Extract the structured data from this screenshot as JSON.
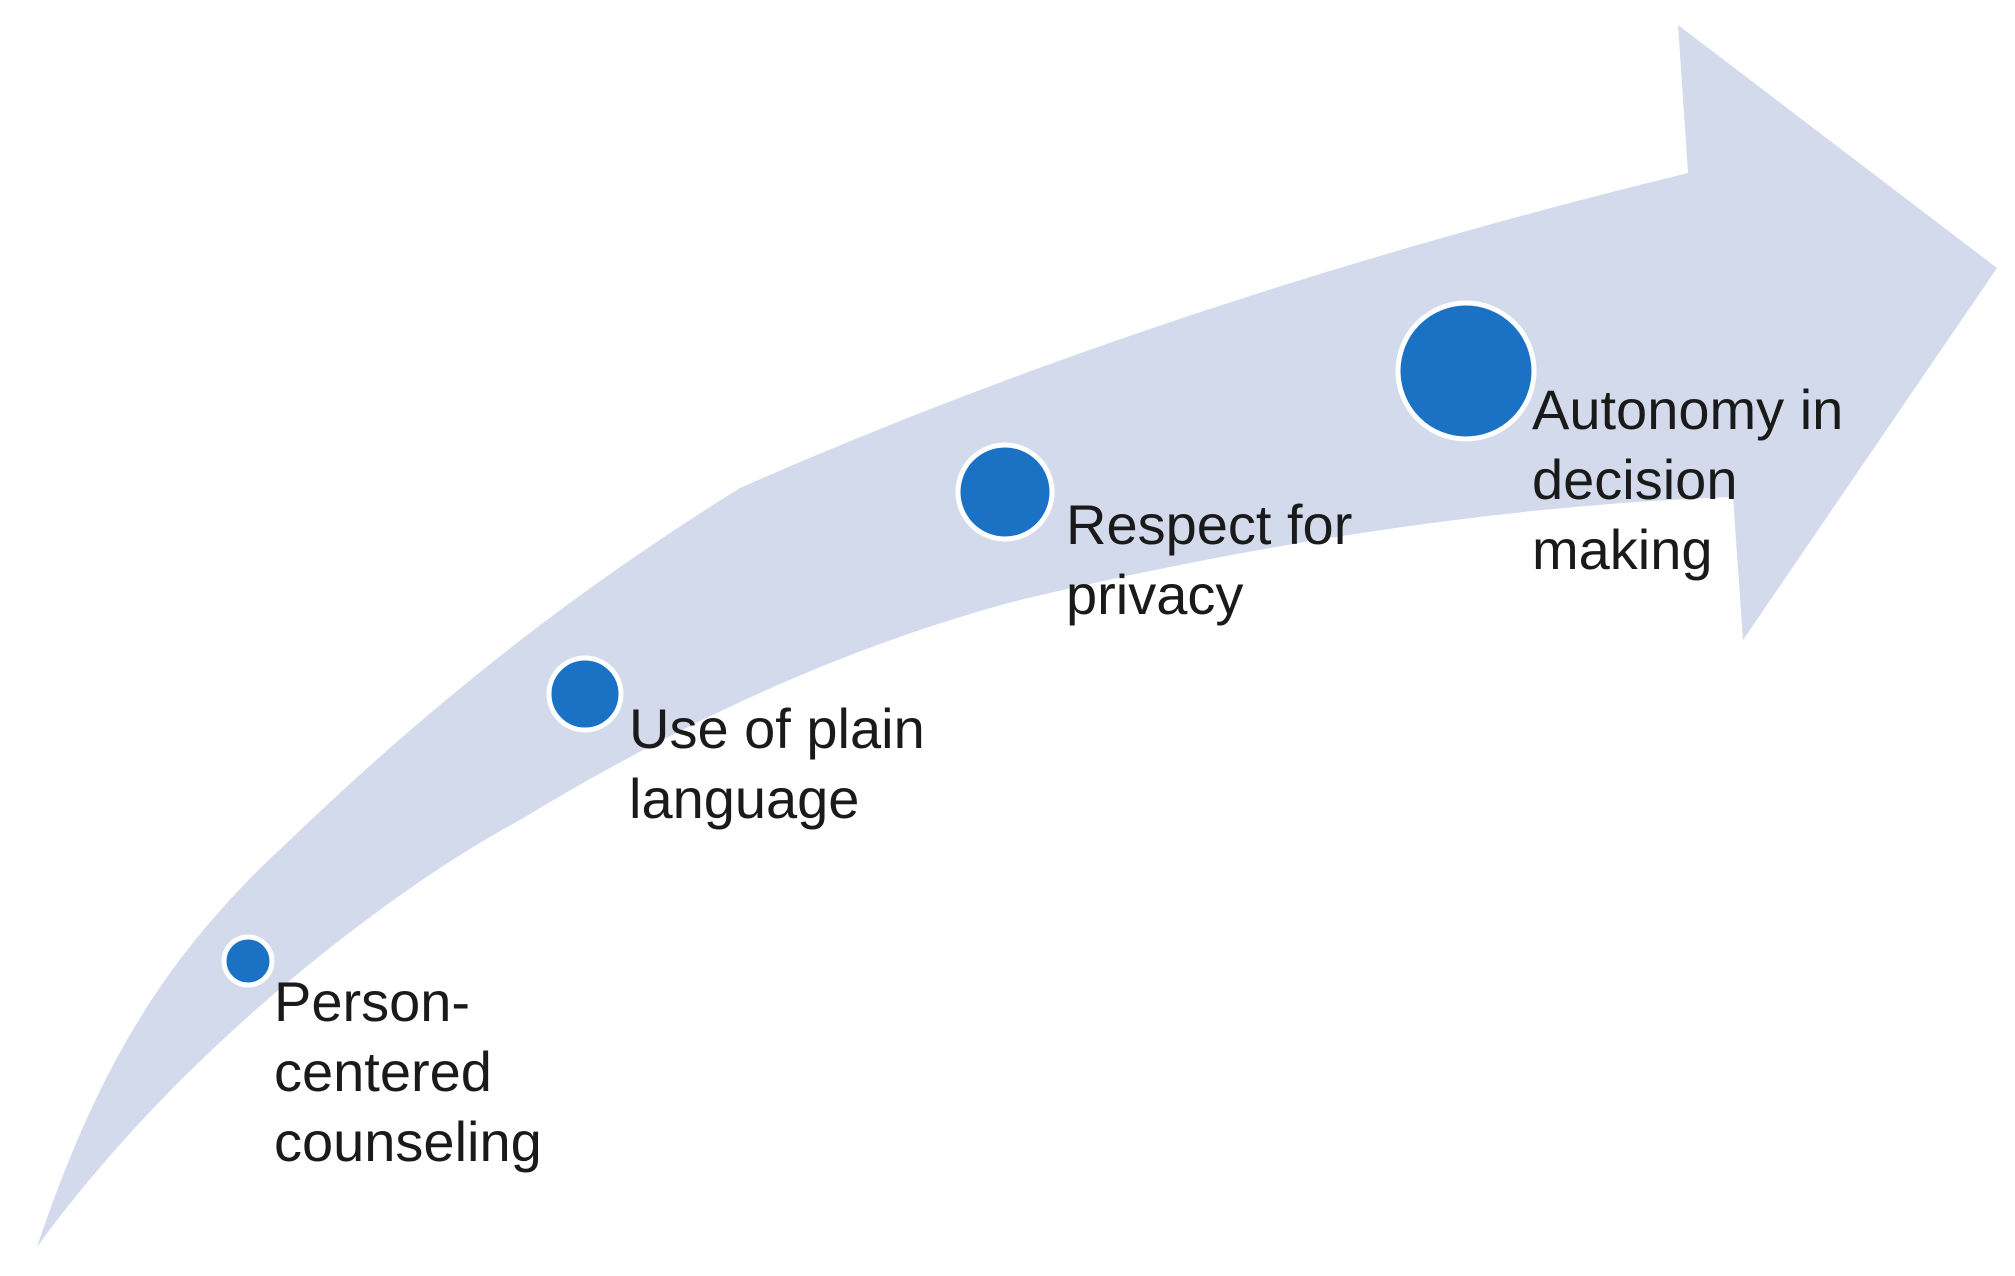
{
  "figure": {
    "type": "process-arrow-diagram",
    "description": "Upward curving arrow showing four elements of person-centered care, from smallest to largest emphasis"
  },
  "colors": {
    "background": "#ffffff",
    "band": "#d3daec",
    "dot": "#1b72c4",
    "dot_ring": "#ffffff",
    "text": "#1a1a1a"
  },
  "steps": [
    {
      "label": "Person-centered counseling",
      "display": "Person-\ncentered\ncounseling"
    },
    {
      "label": "Use of plain language",
      "display": "Use of plain\nlanguage"
    },
    {
      "label": "Respect for privacy",
      "display": "Respect for\nprivacy"
    },
    {
      "label": "Autonomy in decision making",
      "display": "Autonomy in\ndecision\nmaking"
    }
  ]
}
